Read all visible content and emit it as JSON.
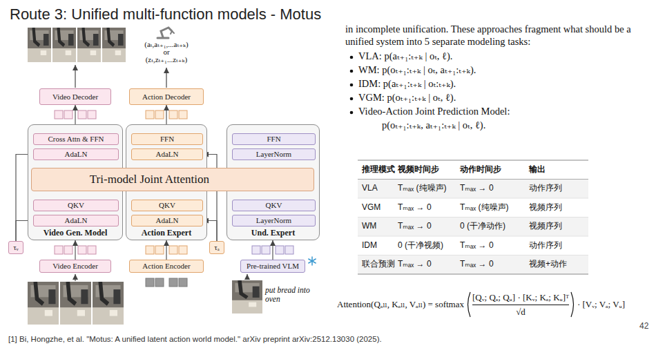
{
  "diagram": {
    "title": "Route 3: Unified multi-function models - Motus",
    "nodes": [
      {
        "text": [
          "Video Decoder"
        ]
      },
      {
        "text": [
          "Action Decoder"
        ]
      },
      {
        "text": [
          "Video Gen. Model"
        ]
      },
      {
        "text": [
          "Cross Attn & FFN"
        ],
        "in": 2
      },
      {
        "text": [
          "AdaLN"
        ],
        "in": 2
      },
      {
        "text": [
          "Action Expert"
        ]
      },
      {
        "text": [
          "FFN"
        ],
        "in": 5
      },
      {
        "text": [
          "AdaLN"
        ],
        "in": 5
      },
      {
        "text": [
          "Und. Expert"
        ]
      },
      {
        "text": [
          "FFN"
        ],
        "in": 8
      },
      {
        "text": [
          "LayerNorm"
        ],
        "in": 8
      },
      {
        "text": [
          "Tri-model Joint Attention"
        ]
      },
      {
        "text": [
          "QKV"
        ],
        "in": 2
      },
      {
        "text": [
          "AdaLN"
        ],
        "in": 2
      },
      {
        "text": [
          "QKV"
        ],
        "in": 5
      },
      {
        "text": [
          "AdaLN"
        ],
        "in": 5
      },
      {
        "text": [
          "QKV"
        ],
        "in": 8
      },
      {
        "text": [
          "LayerNorm"
        ],
        "in": 8
      },
      {
        "text": [
          "τᵥ"
        ]
      },
      {
        "text": [
          "τₐ"
        ]
      },
      {
        "text": [
          "Video Encoder"
        ]
      },
      {
        "text": [
          "Action Encoder"
        ]
      },
      {
        "text": [
          "Pre-trained VLM"
        ]
      }
    ],
    "edges": [
      {
        "from": 20,
        "to": 2,
        "arrow": "to"
      },
      {
        "from": 21,
        "to": 5,
        "arrow": "to"
      },
      {
        "from": 22,
        "to": 8,
        "arrow": "to"
      },
      {
        "from": 2,
        "to": 0,
        "arrow": "to"
      },
      {
        "from": 5,
        "to": 1,
        "arrow": "to"
      },
      {
        "from": 18,
        "to": 4,
        "arrow": "to"
      },
      {
        "from": 18,
        "to": 13,
        "arrow": "to"
      },
      {
        "from": 19,
        "to": 7,
        "arrow": "to"
      },
      {
        "from": 19,
        "to": 15,
        "arrow": "to"
      }
    ],
    "labels": [
      "(aₜ,aₜ₊₁,...aₜ₊ₖ)",
      "or",
      "(zₜ,zₜ₊₁...zₜ₊ₖ)",
      "put bread into oven",
      "in incomplete unification. These approaches fragment what should be a unified system into 5 separate modeling tasks:",
      "VLA: p(aₜ₊₁:ₜ₊ₖ | oₜ, ℓ).",
      "WM: p(oₜ₊₁:ₜ₊ₖ | oₜ, aₜ₊₁:ₜ₊ₖ).",
      "IDM: p(aₜ₊₁:ₜ₊ₖ | oₜ:ₜ₊ₖ).",
      "VGM: p(oₜ₊₁:ₜ₊ₖ | oₜ, ℓ).",
      "Video-Action Joint Prediction Model:",
      "p(oₜ₊₁:ₜ₊ₖ, aₜ₊₁:ₜ₊ₖ | oₜ, ℓ).",
      "推理模式",
      "视频时间步",
      "动作时间步",
      "输出",
      "VLA",
      "Tₘₐₓ (纯噪声)",
      "Tₘₐₓ → 0",
      "动作序列",
      "VGM",
      "Tₘₐₓ → 0",
      "Tₘₐₓ (纯噪声)",
      "视频序列",
      "WM",
      "Tₘₐₓ → 0",
      "0 (干净动作)",
      "视频序列",
      "IDM",
      "0 (干净视频)",
      "Tₘₐₓ → 0",
      "动作序列",
      "联合预测",
      "Tₘₐₓ → 0",
      "Tₘₐₓ → 0",
      "视频+动作",
      "Attention(Qₐₗₗ, Kₐₗₗ, Vₐₗₗ) = softmax",
      "[Qᵥ; Qₐ; Qᵤ] · [Kᵥ; Kₐ; Kᵤ]ᵀ",
      "√d",
      "· [Vᵥ; Vₐ; Vᵤ]",
      "[1] Bi, Hongzhe, et al. \"Motus: A unified latent action world model.\" arXiv preprint arXiv:2512.13030 (2025).",
      "42"
    ]
  }
}
